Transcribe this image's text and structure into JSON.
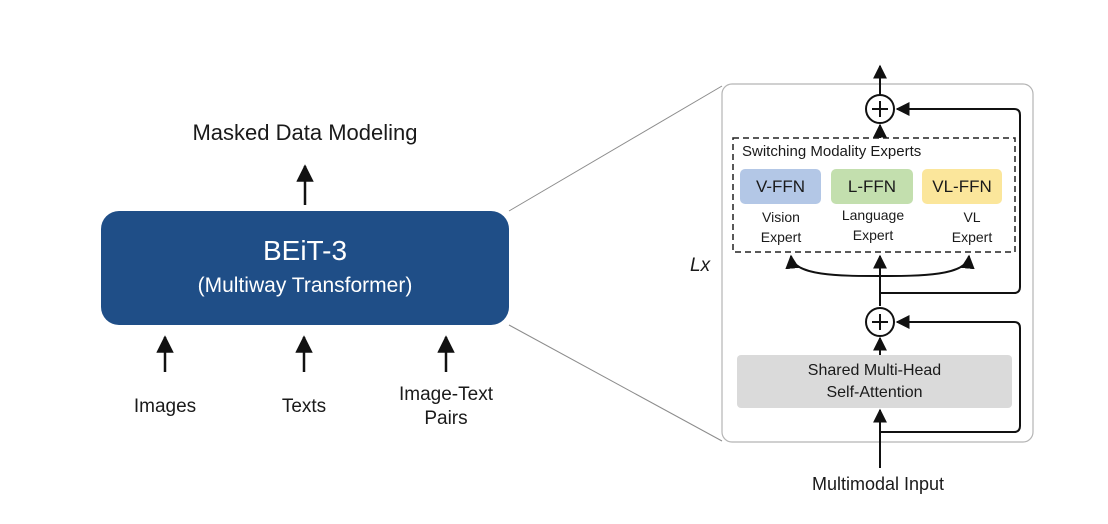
{
  "left": {
    "output_label": "Masked Data Modeling",
    "model": {
      "title": "BEiT-3",
      "subtitle": "(Multiway Transformer)",
      "fill_color": "#1f4e87"
    },
    "inputs": [
      {
        "lines": [
          "Images"
        ]
      },
      {
        "lines": [
          "Texts"
        ]
      },
      {
        "lines": [
          "Image-Text",
          "Pairs"
        ]
      }
    ]
  },
  "right": {
    "repeat_label": "Lx",
    "experts_group_title": "Switching Modality Experts",
    "experts": [
      {
        "name": "V-FFN",
        "lines": [
          "Vision",
          "Expert"
        ],
        "color": "#b3c7e6"
      },
      {
        "name": "L-FFN",
        "lines": [
          "Language",
          "Expert"
        ],
        "color": "#c3dfae"
      },
      {
        "name": "VL-FFN",
        "lines": [
          "VL",
          "Expert"
        ],
        "color": "#fbe69b"
      }
    ],
    "attention": {
      "lines": [
        "Shared Multi-Head",
        "Self-Attention"
      ]
    },
    "input_label": "Multimodal Input",
    "add_symbol": "+"
  }
}
